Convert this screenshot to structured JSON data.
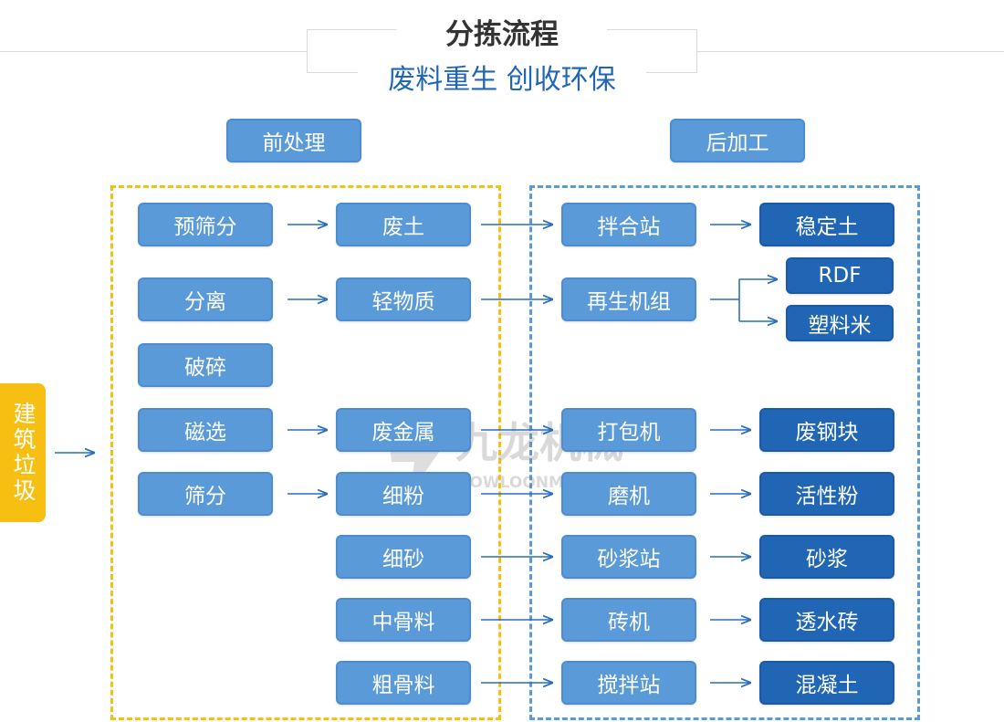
{
  "header": {
    "title": "分拣流程",
    "subtitle": "废料重生 创收环保"
  },
  "sections": {
    "pre": "前处理",
    "post": "后加工"
  },
  "source": "建筑垃圾",
  "watermark": {
    "brand": "九龙机械",
    "brand_en": "KOWLOONMACHINERY"
  },
  "nodes": {
    "presift": "预筛分",
    "separate": "分离",
    "crush": "破碎",
    "magnetic": "磁选",
    "sift": "筛分",
    "waste_soil": "废土",
    "light": "轻物质",
    "scrap_metal": "废金属",
    "fine_powder": "细粉",
    "fine_sand": "细砂",
    "mid_agg": "中骨料",
    "coarse_agg": "粗骨料",
    "mix_station": "拌合站",
    "regen_unit": "再生机组",
    "baler": "打包机",
    "mill": "磨机",
    "mortar_station": "砂浆站",
    "brick_machine": "砖机",
    "mixing_station": "搅拌站",
    "stable_soil": "稳定土",
    "rdf": "RDF",
    "plastic_pellet": "塑料米",
    "steel_block": "废钢块",
    "active_powder": "活性粉",
    "mortar": "砂浆",
    "perm_brick": "透水砖",
    "concrete": "混凝土"
  },
  "colors": {
    "pre_border": "#f6bf11",
    "post_border": "#5b9bd5",
    "node": "#5a9ad8",
    "product": "#2066b5",
    "arrow": "#2a6fbc",
    "subtitle": "#2166b4"
  }
}
